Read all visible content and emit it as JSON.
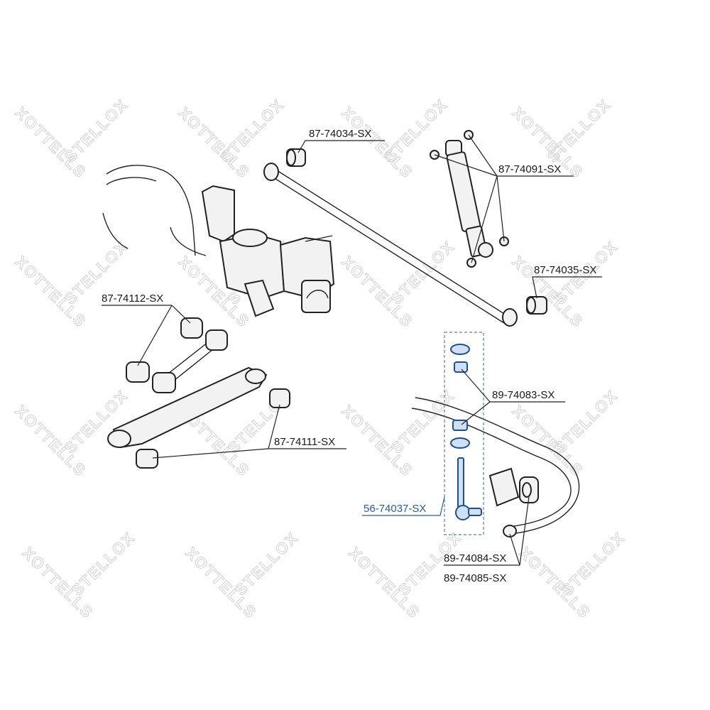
{
  "watermark": {
    "text": "STELLOX",
    "text_mirrored": "XOTTELLS"
  },
  "labels": {
    "p_87_74034": "87-74034-SX",
    "p_87_74091": "87-74091-SX",
    "p_87_74035": "87-74035-SX",
    "p_87_74112": "87-74112-SX",
    "p_89_74083": "89-74083-SX",
    "p_87_74111": "87-74111-SX",
    "p_56_74037": "56-74037-SX",
    "p_89_74084": "89-74084-SX",
    "p_89_74085": "89-74085-SX"
  },
  "colors": {
    "highlight": "#2a5d9c",
    "line": "#222222",
    "watermark": "#d2d2d2"
  }
}
